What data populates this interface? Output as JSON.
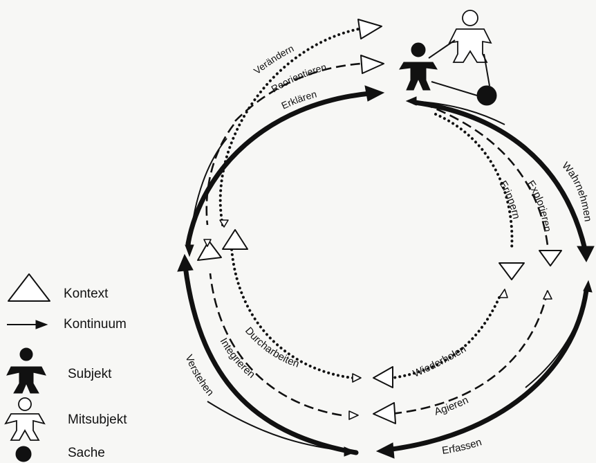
{
  "legend": {
    "kontext": "Kontext",
    "kontinuum": "Kontinuum",
    "subjekt": "Subjekt",
    "mitsubjekt": "Mitsubjekt",
    "sache": "Sache"
  },
  "labels": {
    "veraendern": "Verändern",
    "reorientieren": "Reorientieren",
    "erklaeren": "Erklären",
    "wahrnehmen": "Wahrnehmen",
    "explorieren": "Explorieren",
    "erinnern": "Erinnern",
    "wiederholen": "Wiederholen",
    "agieren": "Agieren",
    "erfassen": "Erfassen",
    "verstehen": "Verstehen",
    "integrieren": "Integrieren",
    "durcharbeiten": "Durcharbeiten"
  },
  "colors": {
    "ink": "#111111",
    "paper": "#f7f7f5"
  }
}
